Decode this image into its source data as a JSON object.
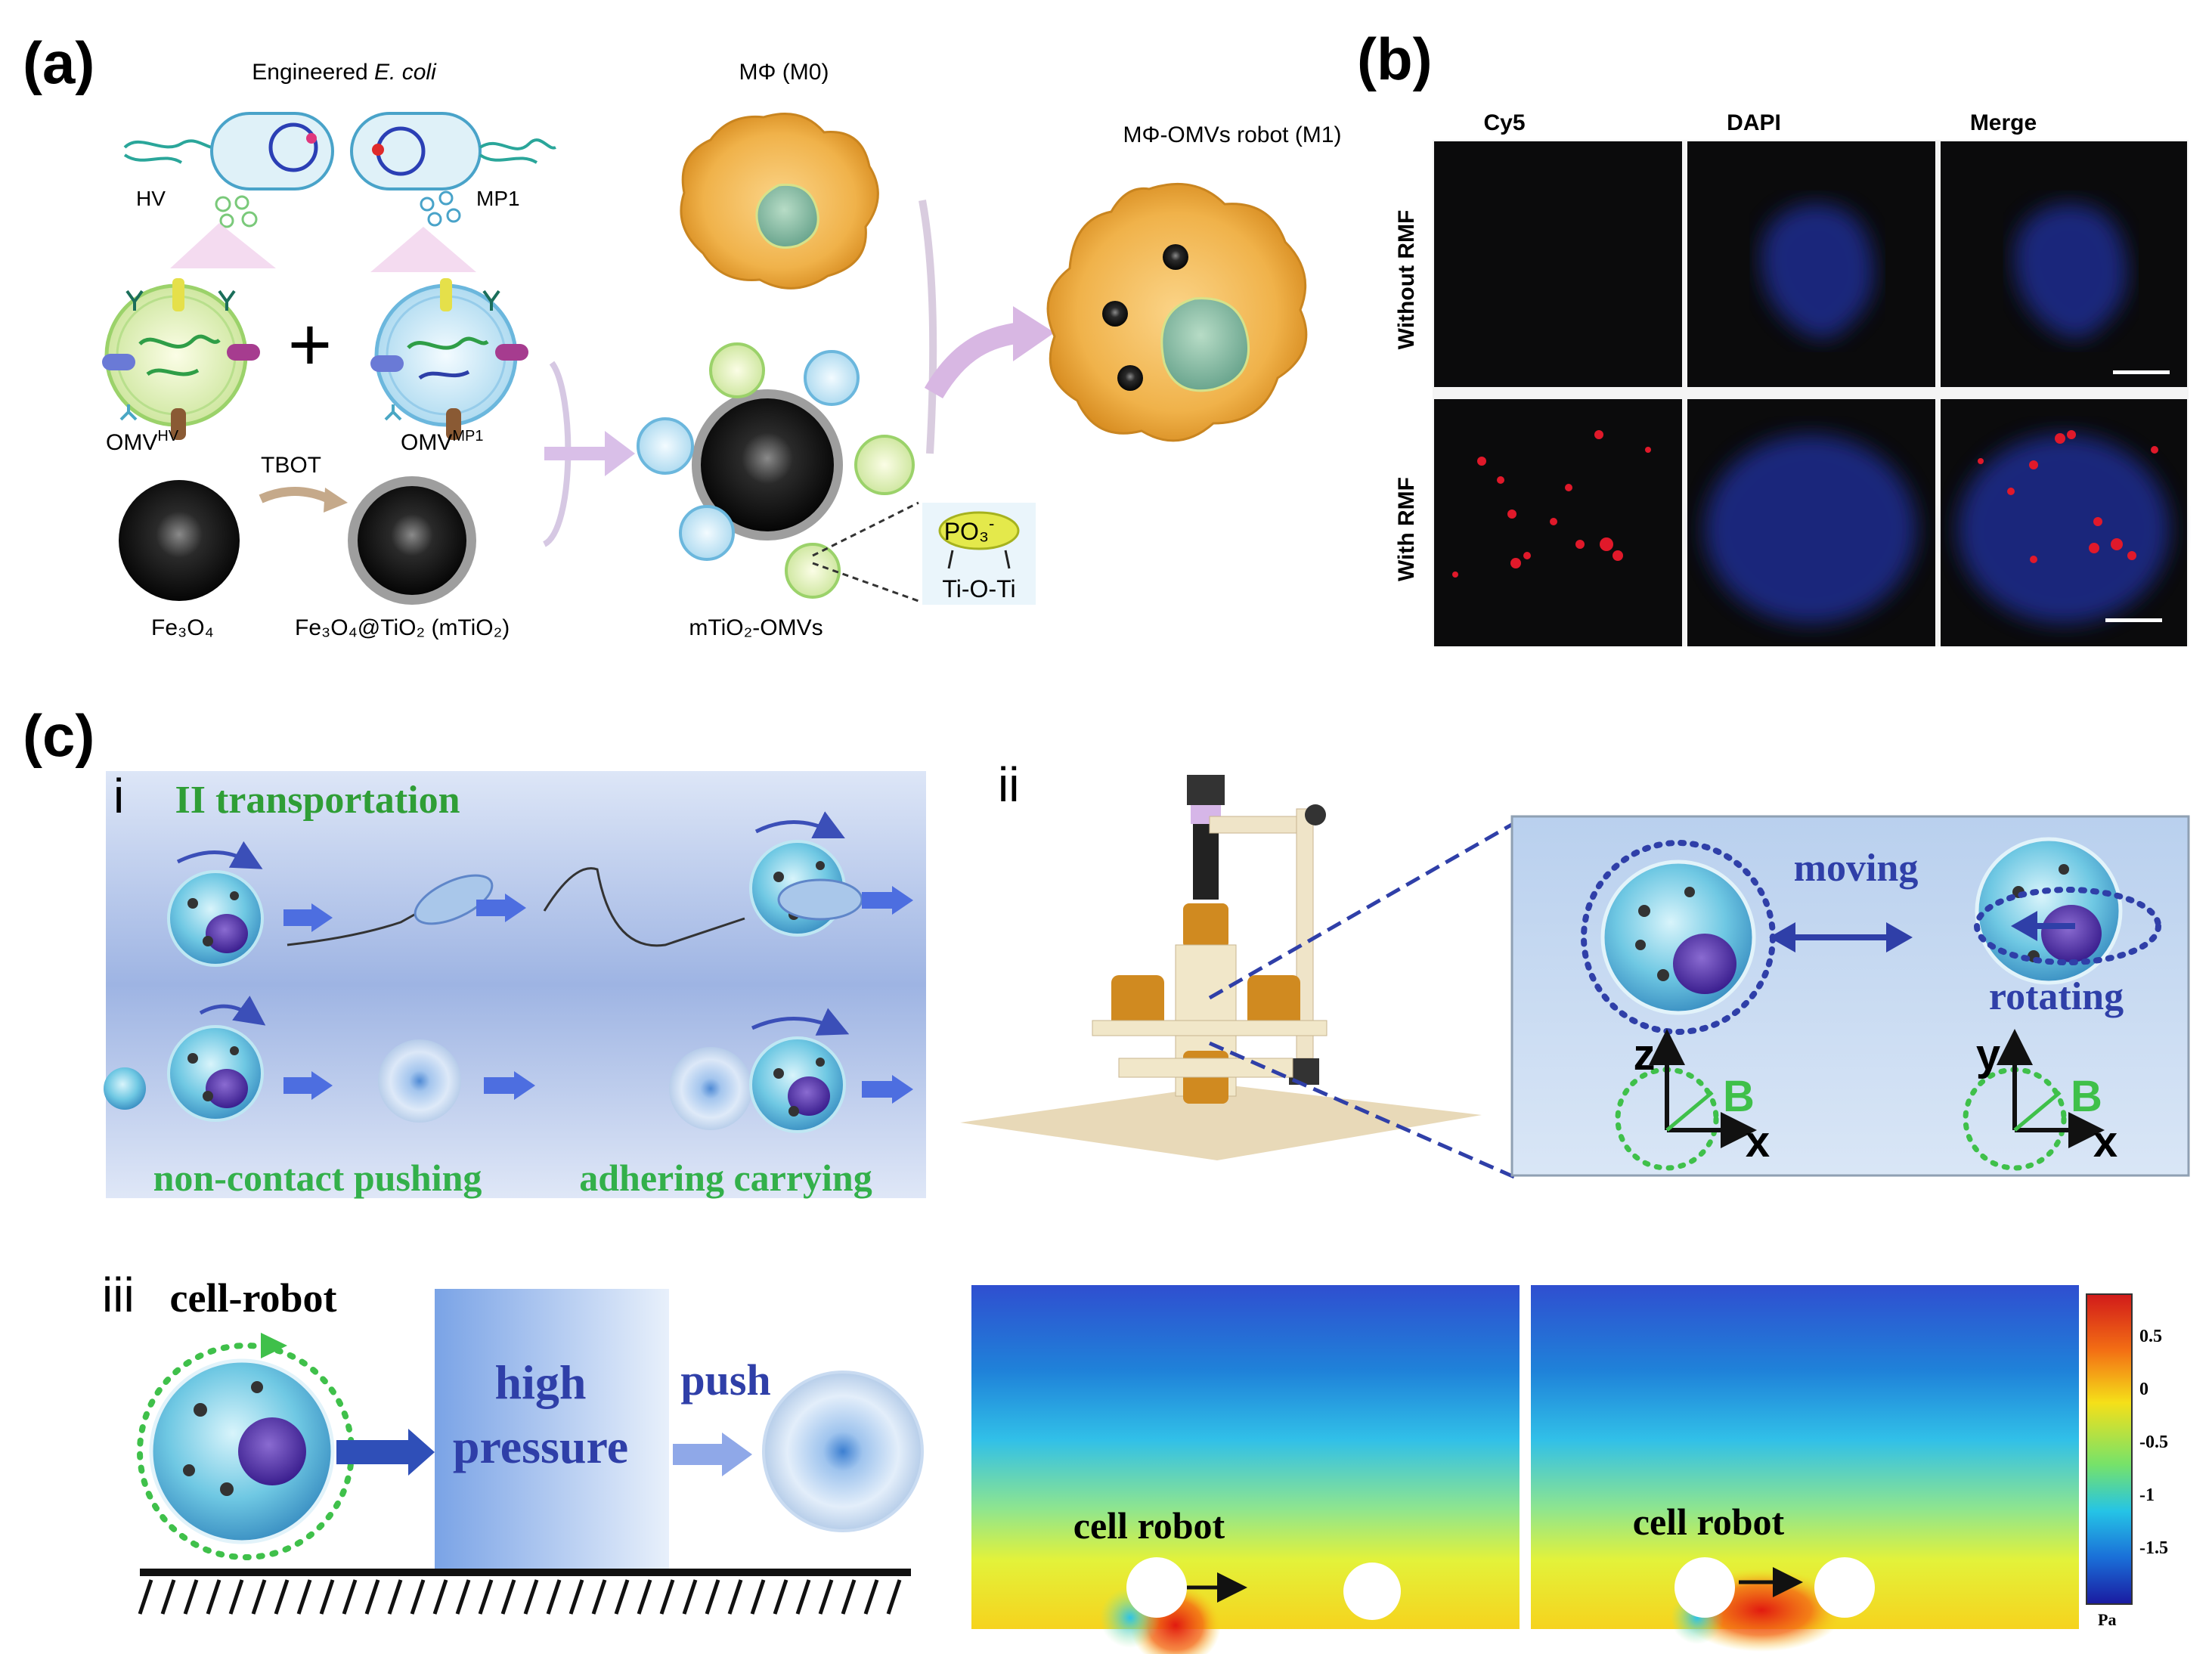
{
  "panel_a": {
    "letter": "(a)",
    "title_prefix": "Engineered ",
    "title_italic": "E. coli",
    "hv": "HV",
    "mp1": "MP1",
    "omv_hv": "OMV",
    "omv_hv_sup": "HV",
    "omv_mp1": "OMV",
    "omv_mp1_sup": "MP1",
    "tbot": "TBOT",
    "fe3o4": "Fe₃O₄",
    "fe3o4_tio2": "Fe₃O₄@TiO₂ (mTiO₂)",
    "mtio2_omvs": "mTiO₂-OMVs",
    "m0": "MΦ (M0)",
    "robot": "MΦ-OMVs robot (M1)",
    "po3": "PO₃",
    "po3_sup": "-",
    "tioti": "Ti-O-Ti"
  },
  "panel_b": {
    "letter": "(b)",
    "cols": [
      "Cy5",
      "DAPI",
      "Merge"
    ],
    "rows": [
      "Without RMF",
      "With RMF"
    ]
  },
  "panel_c": {
    "letter": "(c)",
    "sub_i": "i",
    "sub_ii": "ii",
    "sub_iii": "iii",
    "i_title": "II transportation",
    "i_left": "non-contact pushing",
    "i_right": "adhering carrying",
    "ii_moving": "moving",
    "ii_rotating": "rotating",
    "ii_axes1": [
      "z",
      "x",
      "B"
    ],
    "ii_axes2": [
      "y",
      "x",
      "B"
    ],
    "iii_cell_robot": "cell-robot",
    "iii_high": "high",
    "iii_pressure": "pressure",
    "iii_push": "push",
    "iii_sim_label_1": "cell robot",
    "iii_sim_label_2": "cell robot",
    "colorbar_ticks": [
      "0.5",
      "0",
      "-0.5",
      "-1",
      "-1.5"
    ],
    "colorbar_unit": "Pa"
  }
}
